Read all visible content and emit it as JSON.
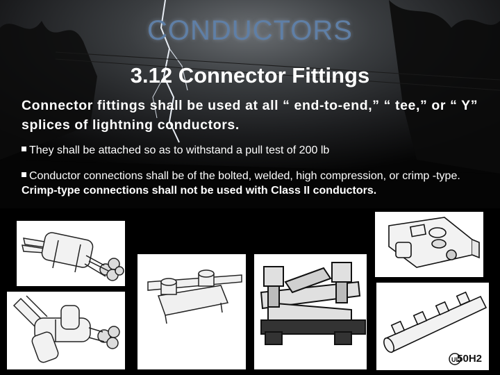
{
  "slide": {
    "title": "CONDUCTORS",
    "subtitle": "3.12 Connector Fittings",
    "paragraph": "Connector fittings shall be used at all “ end-to-end,” “ tee,” or “ Y” splices of lightning conductors.",
    "bullet1": "They shall be attached so as to withstand a pull test of 200 lb",
    "bullet2_plain": "Conductor connections shall be of the bolted, welded, high compression, or crimp -type.  ",
    "bullet2_bold": "Crimp-type connections shall not be used with Class II conductors.",
    "ul_text": "50H2"
  },
  "images": [
    {
      "name": "crimp-end-to-end-connector"
    },
    {
      "name": "crimp-tee-connector"
    },
    {
      "name": "bolted-two-bolt-clamp"
    },
    {
      "name": "bolted-parallel-splice"
    },
    {
      "name": "cast-bolted-connector"
    },
    {
      "name": "multi-bolt-splice-tube"
    }
  ],
  "colors": {
    "title": "#5f7fa6",
    "background": "#000000",
    "text": "#ffffff"
  }
}
